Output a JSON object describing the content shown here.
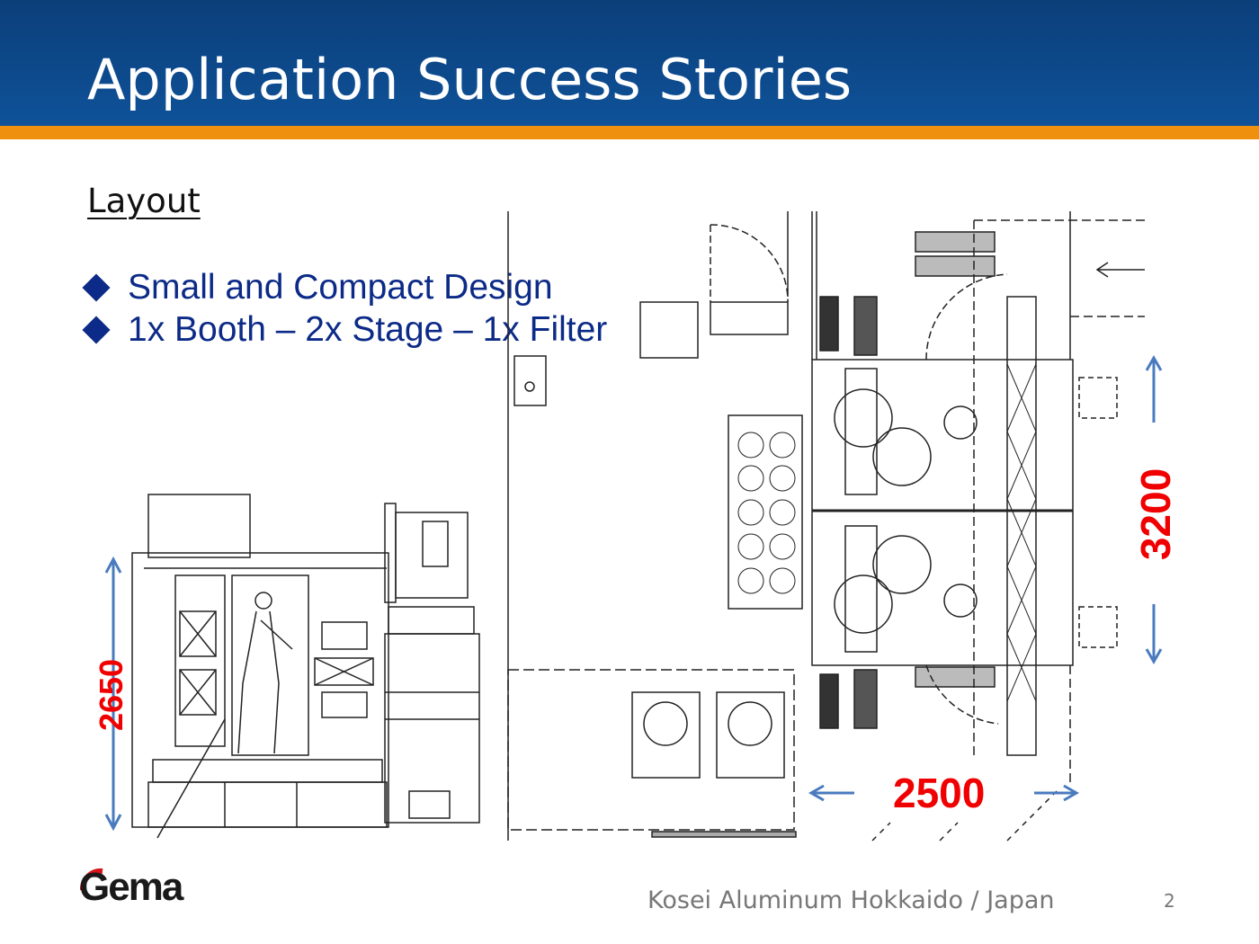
{
  "header": {
    "title": "Application Success Stories"
  },
  "section": {
    "heading": "Layout"
  },
  "bullets": [
    {
      "text": "Small and Compact Design"
    },
    {
      "text": "1x Booth – 2x Stage – 1x Filter"
    }
  ],
  "dimensions": {
    "height_side_view": "2650",
    "depth_plan": "3200",
    "width_plan": "2500"
  },
  "colors": {
    "header": "#0d4a8c",
    "accent_bar": "#f0900f",
    "bullet": "#0c2a87",
    "dimension": "#f00000",
    "arrow": "#4a7bbf"
  },
  "logo": {
    "text": "Gema"
  },
  "footer": {
    "caption": "Kosei Aluminum Hokkaido / Japan",
    "page": "2"
  }
}
